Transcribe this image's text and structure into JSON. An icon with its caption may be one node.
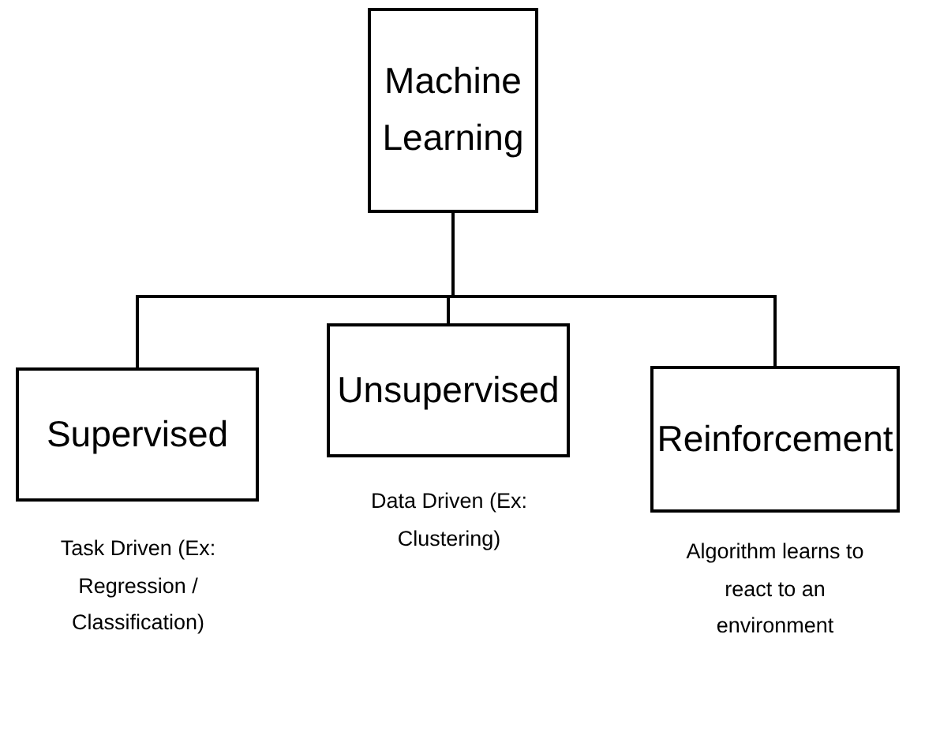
{
  "diagram": {
    "nodes": [
      {
        "text": [
          "Machine Learning"
        ]
      },
      {
        "text": [
          "Supervised"
        ],
        "beside": [
          "Task Driven (Ex: Regression / Classification)"
        ]
      },
      {
        "text": [
          "Unsupervised"
        ],
        "beside": [
          "Data Driven (Ex: Clustering)"
        ]
      },
      {
        "text": [
          "Reinforcement"
        ],
        "beside": [
          "Algorithm learns to react to an environment"
        ]
      }
    ],
    "edges": [
      {
        "from": 0,
        "to": 1,
        "arrow": "none"
      },
      {
        "from": 0,
        "to": 2,
        "arrow": "none"
      },
      {
        "from": 0,
        "to": 3,
        "arrow": "none"
      }
    ]
  }
}
